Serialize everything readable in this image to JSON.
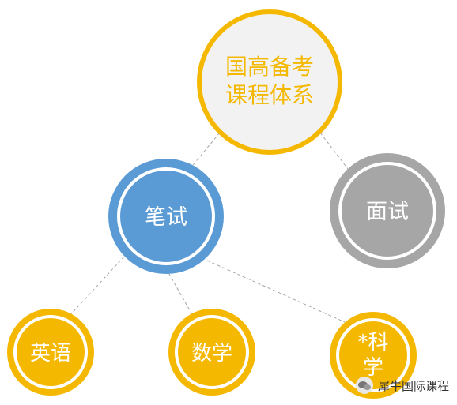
{
  "nodes": {
    "root": {
      "lines": [
        "国高备考",
        "课程体系"
      ]
    },
    "written": {
      "label": "笔试"
    },
    "interview": {
      "label": "面试"
    },
    "english": {
      "label": "英语"
    },
    "math": {
      "label": "数学"
    },
    "science": {
      "lines": [
        "*科",
        "学"
      ]
    }
  },
  "watermark": {
    "text": "犀牛国际课程"
  },
  "colors": {
    "gold": "#f5b800",
    "root_text": "#f5b800",
    "root_fill": "#f2f2f2",
    "blue": "#5b9bd5",
    "gray": "#a6a6a6",
    "connector": "#a6a6a6"
  }
}
